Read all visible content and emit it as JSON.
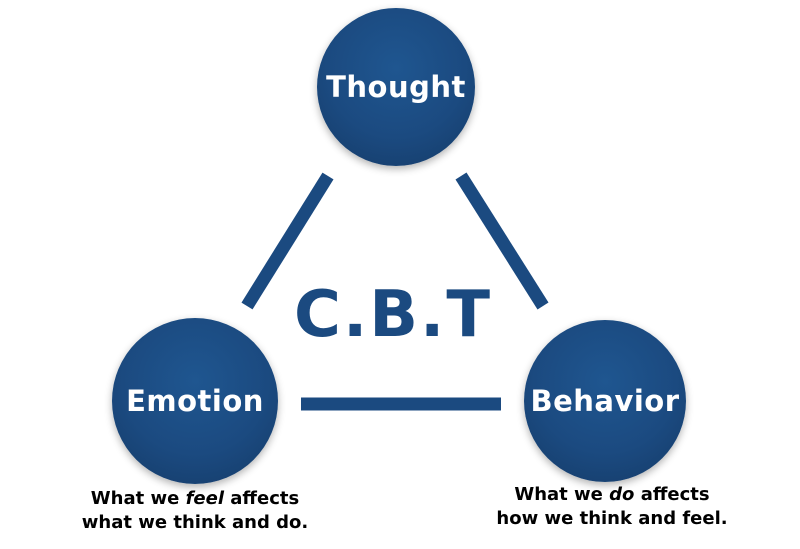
{
  "diagram": {
    "center_label": "C.B.T",
    "colors": {
      "primary": "#1b4a80",
      "node_text": "#ffffff",
      "caption_text": "#000000",
      "background": "#ffffff"
    },
    "nodes": [
      {
        "id": "thought",
        "label": "Thought"
      },
      {
        "id": "emotion",
        "label": "Emotion"
      },
      {
        "id": "behavior",
        "label": "Behavior"
      }
    ],
    "captions": {
      "emotion": {
        "line1_pre": "What we ",
        "line1_em": "feel",
        "line1_post": " affects",
        "line2": "what we think and do."
      },
      "behavior": {
        "line1_pre": "What we ",
        "line1_em": "do",
        "line1_post": " affects",
        "line2": "how we think and feel."
      }
    }
  }
}
